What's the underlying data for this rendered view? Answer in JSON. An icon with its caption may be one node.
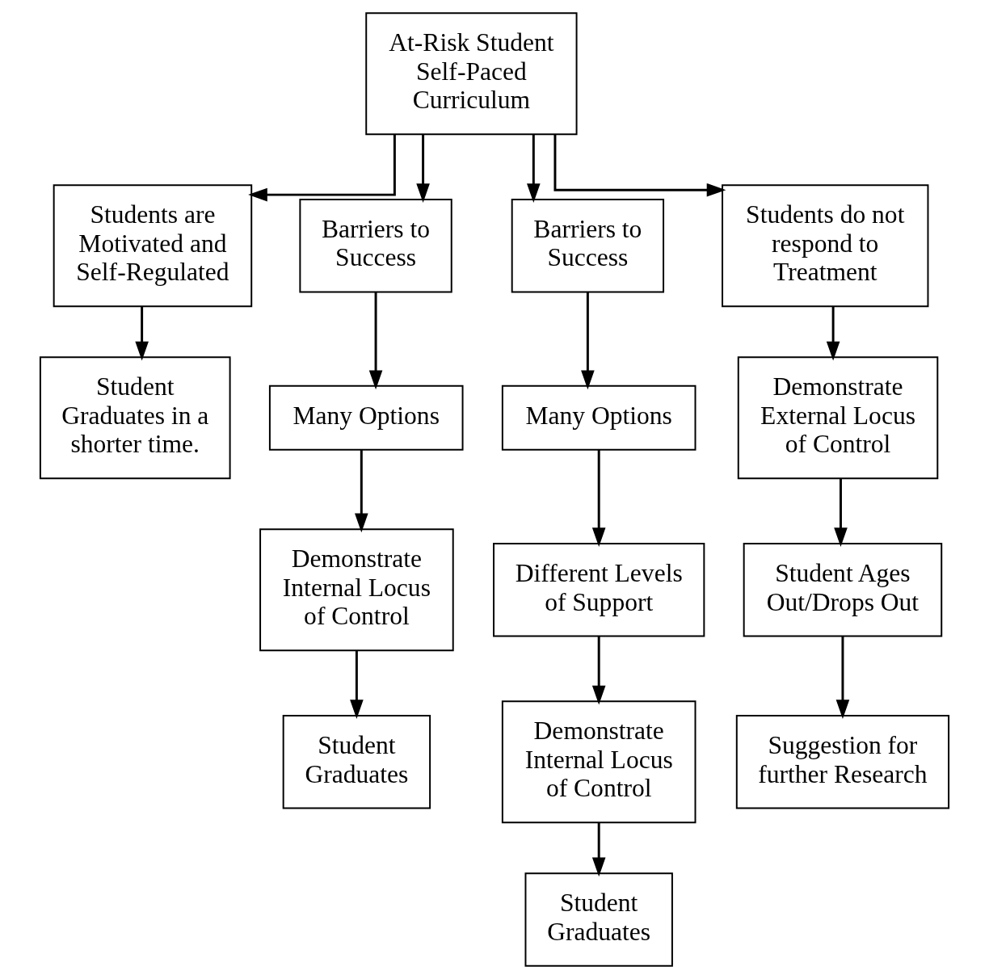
{
  "diagram": {
    "nodes": [
      {
        "text": [
          "At-Risk Student",
          "Self-Paced Curriculum"
        ]
      },
      {
        "text": [
          "Students are Motivated and Self-Regulated"
        ]
      },
      {
        "text": [
          "Student Graduates in a shorter time."
        ]
      },
      {
        "text": [
          "Barriers to Success"
        ]
      },
      {
        "text": [
          "Many Options"
        ]
      },
      {
        "text": [
          "Demonstrate Internal Locus of Control"
        ]
      },
      {
        "text": [
          "Student Graduates"
        ]
      },
      {
        "text": [
          "Barriers to Success"
        ]
      },
      {
        "text": [
          "Many Options"
        ]
      },
      {
        "text": [
          "Different Levels of Support"
        ]
      },
      {
        "text": [
          "Demonstrate Internal Locus of Control"
        ]
      },
      {
        "text": [
          "Student Graduates"
        ]
      },
      {
        "text": [
          "Students do not respond to Treatment"
        ]
      },
      {
        "text": [
          "Demonstrate External Locus of Control"
        ]
      },
      {
        "text": [
          "Student Ages Out/Drops Out"
        ]
      },
      {
        "text": [
          "Suggestion for further Research"
        ]
      }
    ],
    "edges": [
      {
        "from": 0,
        "to": 1,
        "arrow": "to"
      },
      {
        "from": 0,
        "to": 3,
        "arrow": "to"
      },
      {
        "from": 0,
        "to": 7,
        "arrow": "to"
      },
      {
        "from": 0,
        "to": 12,
        "arrow": "to"
      },
      {
        "from": 1,
        "to": 2,
        "arrow": "to"
      },
      {
        "from": 3,
        "to": 4,
        "arrow": "to"
      },
      {
        "from": 4,
        "to": 5,
        "arrow": "to"
      },
      {
        "from": 5,
        "to": 6,
        "arrow": "to"
      },
      {
        "from": 7,
        "to": 8,
        "arrow": "to"
      },
      {
        "from": 8,
        "to": 9,
        "arrow": "to"
      },
      {
        "from": 9,
        "to": 10,
        "arrow": "to"
      },
      {
        "from": 10,
        "to": 11,
        "arrow": "to"
      },
      {
        "from": 12,
        "to": 13,
        "arrow": "to"
      },
      {
        "from": 13,
        "to": 14,
        "arrow": "to"
      },
      {
        "from": 14,
        "to": 15,
        "arrow": "to"
      }
    ]
  }
}
